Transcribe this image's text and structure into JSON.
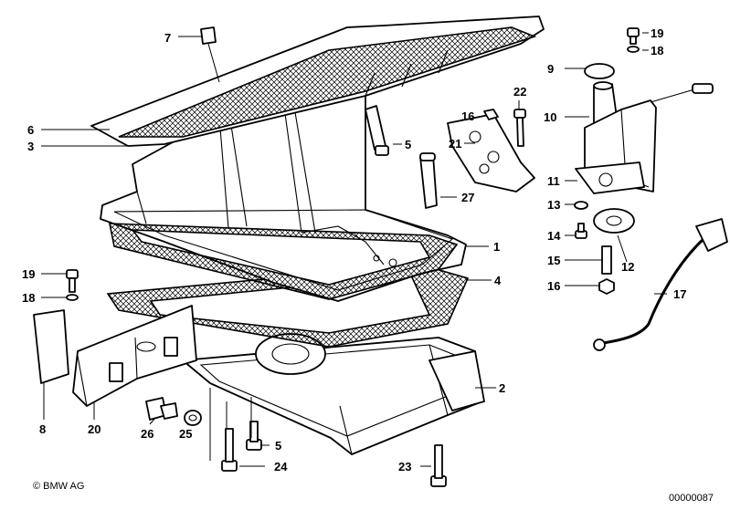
{
  "diagram": {
    "part_labels": {
      "p1": "1",
      "p2": "2",
      "p3": "3",
      "p4": "4",
      "p5a": "5",
      "p5b": "5",
      "p6": "6",
      "p7": "7",
      "p8": "8",
      "p9": "9",
      "p10": "10",
      "p11": "11",
      "p12": "12",
      "p13": "13",
      "p14": "14",
      "p15": "15",
      "p16a": "16",
      "p16b": "16",
      "p17": "17",
      "p18a": "18",
      "p18b": "18",
      "p19a": "19",
      "p19b": "19",
      "p20": "20",
      "p21": "21",
      "p22": "22",
      "p23": "23",
      "p24": "24",
      "p25": "25",
      "p26": "26",
      "p27": "27"
    }
  },
  "footer": {
    "copyright": "© BMW AG",
    "image_number": "00000087"
  }
}
